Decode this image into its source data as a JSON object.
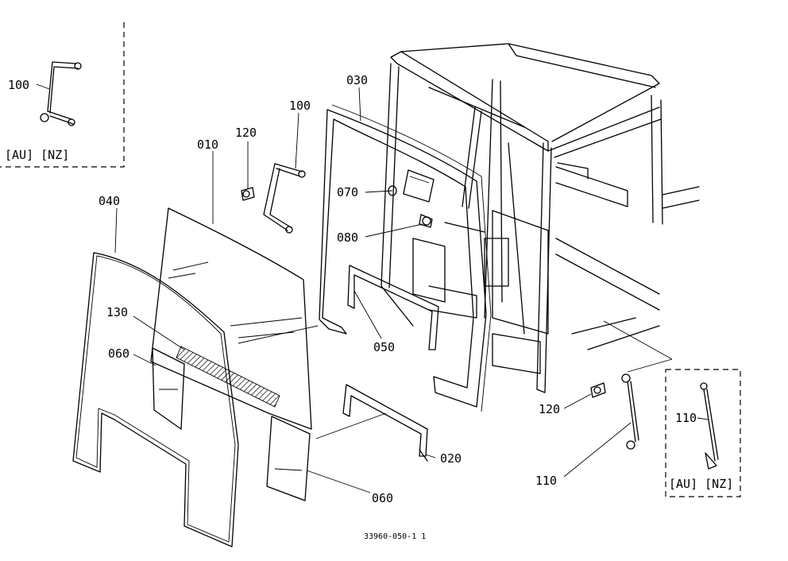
{
  "callouts": {
    "c010": "010",
    "c020": "020",
    "c030": "030",
    "c040": "040",
    "c050": "050",
    "c060a": "060",
    "c060b": "060",
    "c070": "070",
    "c080": "080",
    "c100a": "100",
    "c100b": "100",
    "c110a": "110",
    "c110b": "110",
    "c120a": "120",
    "c120b": "120",
    "c130": "130"
  },
  "insets": {
    "left_region": "[AU] [NZ]",
    "right_region": "[AU] [NZ]"
  },
  "figure_code": "33960-050-1 1"
}
